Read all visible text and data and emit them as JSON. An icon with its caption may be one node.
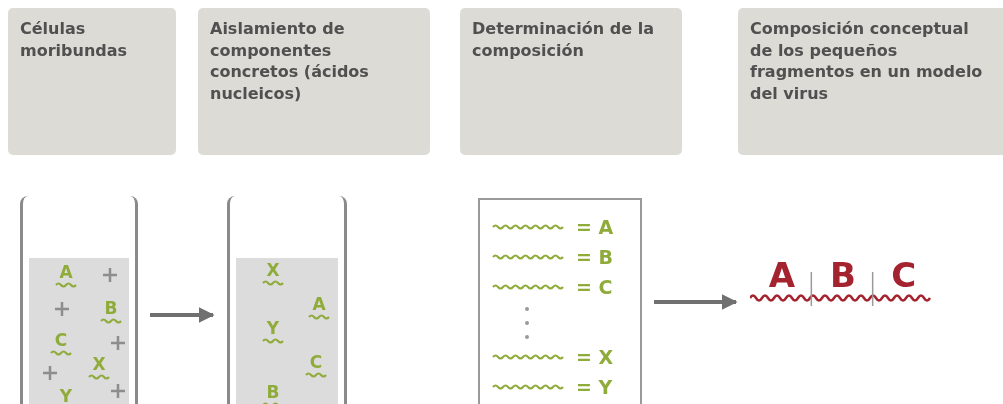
{
  "diagram": {
    "nodes": [
      {
        "text": [
          "Células moribundas"
        ]
      },
      {
        "text": [
          "Aislamiento de componentes concretos (ácidos nucleicos)"
        ]
      },
      {
        "text": [
          "Determinación de la composición"
        ]
      },
      {
        "text": [
          "Composición conceptual de los pequeños fragmentos en un modelo del virus"
        ]
      },
      {
        "text": [
          "A",
          "B",
          "C",
          "X",
          "Y"
        ]
      },
      {
        "text": [
          "X",
          "A",
          "Y",
          "C",
          "B"
        ]
      },
      {
        "text": [
          "= A",
          "= B",
          "= C",
          "= X",
          "= Y"
        ]
      },
      {
        "text": [
          "A",
          "B",
          "C"
        ]
      }
    ],
    "edges": [
      {
        "from": 4,
        "to": 5,
        "arrow": "to"
      },
      {
        "from": 6,
        "to": 7,
        "arrow": "to"
      }
    ]
  }
}
